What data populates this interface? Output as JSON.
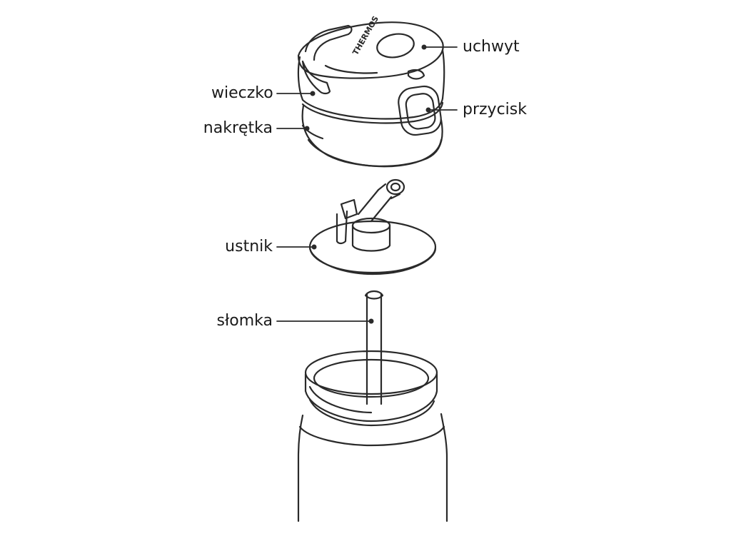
{
  "labels": {
    "uchwyt": "uchwyt",
    "wieczko": "wieczko",
    "przycisk": "przycisk",
    "nakretka": "nakrętka",
    "ustnik": "ustnik",
    "slomka": "słomka"
  },
  "brand": {
    "logo_text": "THERMOS"
  },
  "colors": {
    "line": "#2a2a2a",
    "fill": "#ffffff"
  }
}
